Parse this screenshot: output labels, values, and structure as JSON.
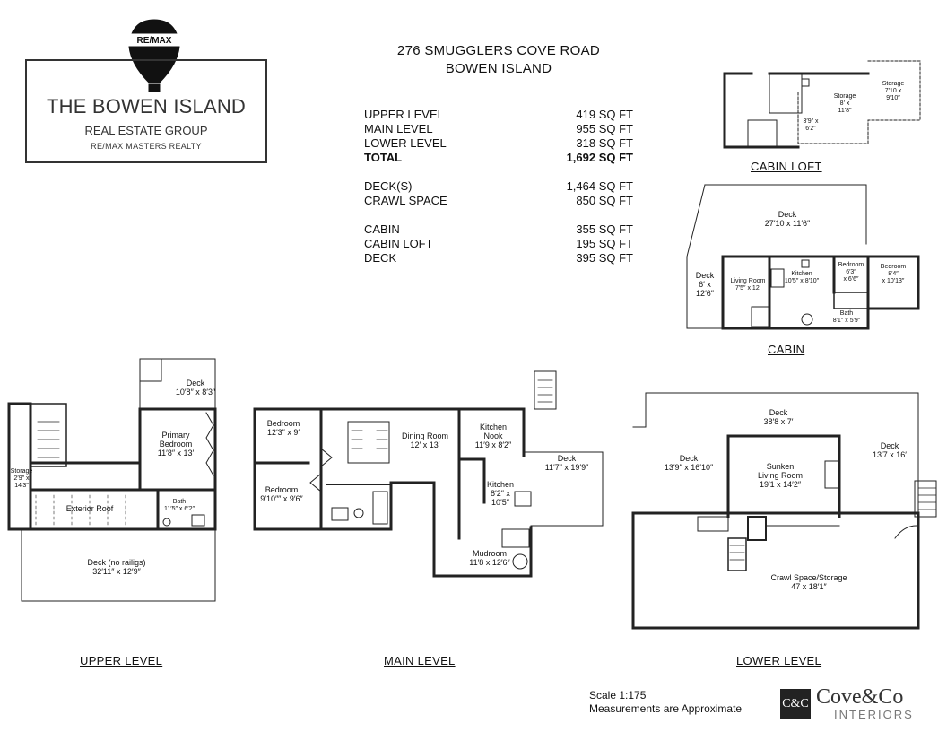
{
  "logo": {
    "balloon_text": "RE/MAX",
    "title": "THE BOWEN ISLAND",
    "subtitle": "REAL ESTATE GROUP",
    "tagline": "RE/MAX MASTERS REALTY"
  },
  "address": {
    "line1": "276 SMUGGLERS COVE ROAD",
    "line2": "BOWEN ISLAND"
  },
  "areas": [
    {
      "label": "UPPER LEVEL",
      "value": "419 SQ FT"
    },
    {
      "label": "MAIN LEVEL",
      "value": "955 SQ FT"
    },
    {
      "label": "LOWER LEVEL",
      "value": "318 SQ FT"
    },
    {
      "label": "TOTAL",
      "value": "1,692 SQ FT"
    },
    {
      "label": "DECK(S)",
      "value": "1,464 SQ FT"
    },
    {
      "label": "CRAWL SPACE",
      "value": "850 SQ FT"
    },
    {
      "label": "CABIN",
      "value": "355 SQ FT"
    },
    {
      "label": "CABIN LOFT",
      "value": "195 SQ FT"
    },
    {
      "label": "DECK",
      "value": "395 SQ FT"
    }
  ],
  "plans": {
    "upper": {
      "label": "UPPER LEVEL",
      "rooms": {
        "deck": [
          "Deck",
          "10′8″ x 8′3″"
        ],
        "primary": [
          "Primary",
          "Bedroom",
          "11′8″ x 13′"
        ],
        "storage": [
          "Storage",
          "2′9″ x",
          "14′3″"
        ],
        "roof": [
          "Exterior Roof"
        ],
        "bath": [
          "Bath",
          "11′5″ x 6′2″"
        ],
        "deck2": [
          "Deck (no railigs)",
          "32′11″ x 12′9″"
        ]
      }
    },
    "main": {
      "label": "MAIN LEVEL",
      "rooms": {
        "bed1": [
          "Bedroom",
          "12′3″ x 9′"
        ],
        "bed2": [
          "Bedroom",
          "9′10″″ x 9′6″"
        ],
        "dining": [
          "Dining Room",
          "12′ x 13′"
        ],
        "nook": [
          "Kitchen",
          "Nook",
          "11′9 x 8′2″"
        ],
        "kitchen": [
          "Kitchen",
          "8′2″ x",
          "10′5″"
        ],
        "deck": [
          "Deck",
          "11′7″ x 19′9″"
        ],
        "mudroom": [
          "Mudroom",
          "11′8 x 12′6″"
        ]
      }
    },
    "lower": {
      "label": "LOWER LEVEL",
      "rooms": {
        "deck_top": [
          "Deck",
          "38′8 x 7′"
        ],
        "deck_left": [
          "Deck",
          "13′9″ x 16′10″"
        ],
        "sunken": [
          "Sunken",
          "Living Room",
          "19′1 x 14′2″"
        ],
        "deck_right": [
          "Deck",
          "13′7 x 16′"
        ],
        "crawl": [
          "Crawl Space/Storage",
          "47 x 18′1″"
        ]
      }
    },
    "cabin_loft": {
      "label": "CABIN LOFT",
      "rooms": {
        "storage1": [
          "Storage",
          "8′ x",
          "11′8″"
        ],
        "storage2": [
          "Storage",
          "7′10 x",
          "9′10″"
        ],
        "small": [
          "3′9″ x",
          "6′2″"
        ]
      }
    },
    "cabin": {
      "label": "CABIN",
      "rooms": {
        "deck_top": [
          "Deck",
          "27′10 x 11′6″"
        ],
        "deck_left": [
          "Deck",
          "6′ x",
          "12′6″"
        ],
        "living": [
          "Living Room",
          "7′5″ x 12′"
        ],
        "kitchen": [
          "Kitchen",
          "10′5″ x 8′10″"
        ],
        "bed1": [
          "Bedroom",
          "6′3″",
          "x 6′6″"
        ],
        "bed2": [
          "Bedroom",
          "8′4″",
          "x 10′13″"
        ],
        "bath": [
          "Bath",
          "8′1″ x 5′9″"
        ]
      }
    }
  },
  "footer": {
    "scale": "Scale 1:175",
    "note": "Measurements are Approximate",
    "brand_mark": "C&C",
    "brand_name": "Cove&Co",
    "brand_sub": "INTERIORS"
  }
}
